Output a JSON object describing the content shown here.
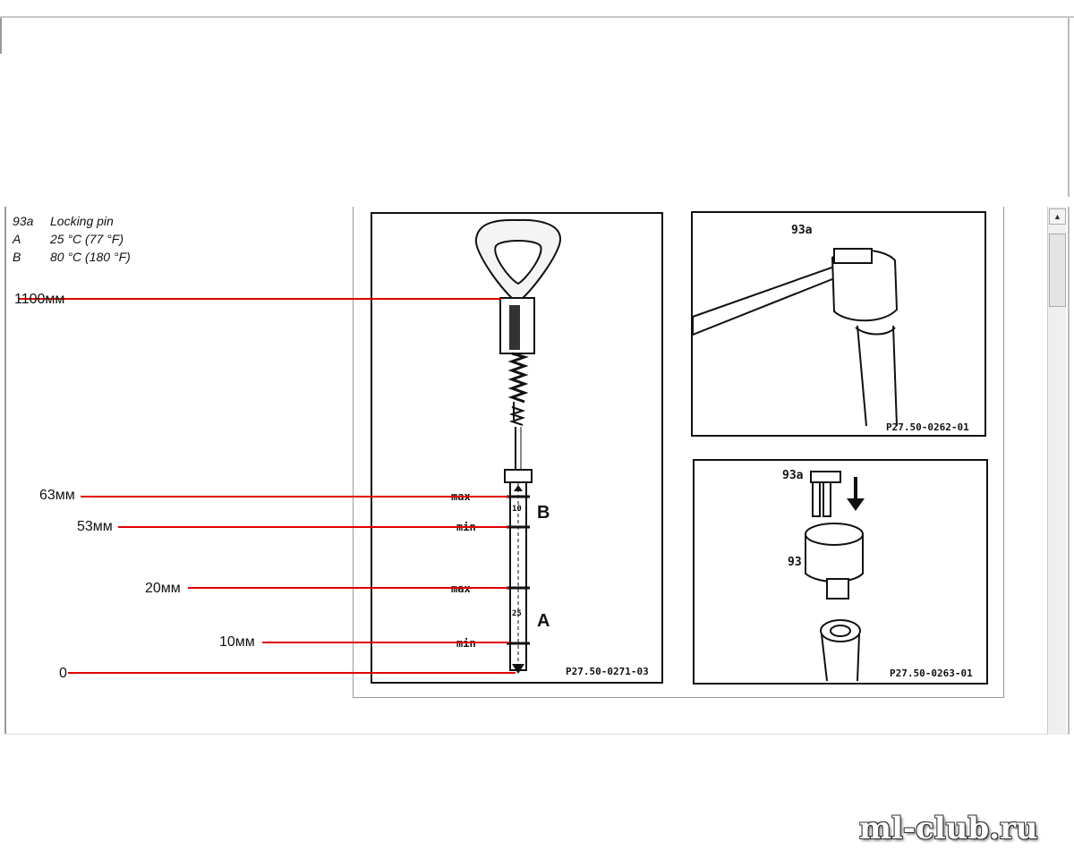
{
  "legend": [
    {
      "key": "93a",
      "text": "Locking pin"
    },
    {
      "key": "A",
      "text": "25 °C (77 °F)"
    },
    {
      "key": "B",
      "text": "80 °C (180 °F)"
    }
  ],
  "annotations": {
    "total_length": "1100мм",
    "b_max": "63мм",
    "b_min": "53мм",
    "a_max": "20мм",
    "a_min": "10мм",
    "zero": "0"
  },
  "dipstick_marks": {
    "max": "max",
    "min": "min",
    "label_b": "B",
    "label_a": "A",
    "dim_b": "10",
    "dim_a": "25"
  },
  "figures": {
    "main_code": "P27.50-0271-03",
    "top_right_code": "P27.50-0262-01",
    "bottom_right_code": "P27.50-0263-01",
    "part_93a": "93a",
    "part_93": "93"
  },
  "watermark": "ml-club.ru",
  "colors": {
    "annotation_line": "#e00000",
    "scrollbar": "#e8e8e8"
  }
}
